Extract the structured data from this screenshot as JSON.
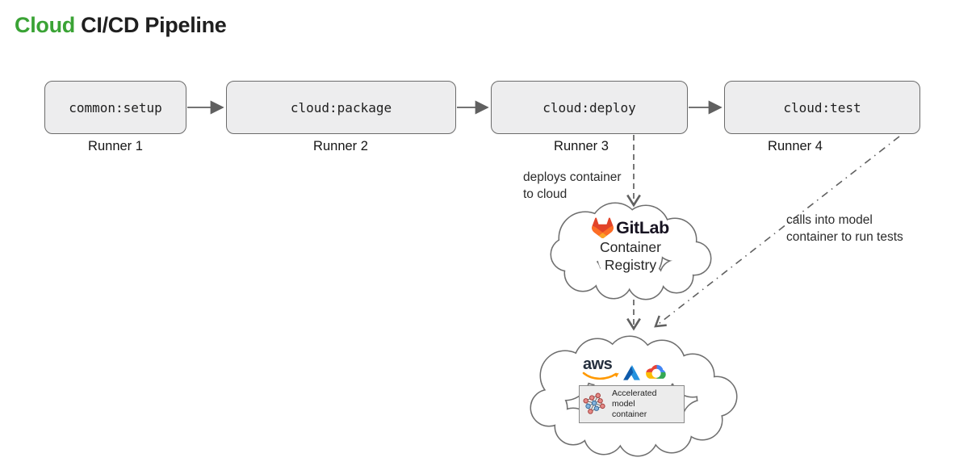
{
  "title": {
    "highlight": "Cloud",
    "rest": " CI/CD Pipeline"
  },
  "colors": {
    "title_green": "#3aa335",
    "box_fill": "#ededee",
    "box_border": "#6b6b6b",
    "connector_gray": "#606060",
    "gitlab_red": "#e24329",
    "gitlab_orange": "#fc6d26",
    "gitlab_yellow": "#fca326",
    "aws_orange": "#ff9900",
    "azure_blue": "#2593e0",
    "gcp_blue": "#4285f4",
    "gcp_red": "#ea4335",
    "gcp_yellow": "#fbbc05",
    "gcp_green": "#34a853",
    "text_dark": "#1f1f1f"
  },
  "pipeline": {
    "jobs": [
      {
        "label": "common:setup",
        "runner": "Runner 1"
      },
      {
        "label": "cloud:package",
        "runner": "Runner 2"
      },
      {
        "label": "cloud:deploy",
        "runner": "Runner 3"
      },
      {
        "label": "cloud:test",
        "runner": "Runner 4"
      }
    ]
  },
  "annotations": {
    "deploy": "deploys container\nto cloud",
    "test": "calls into model\ncontainer to run tests"
  },
  "registry_cloud": {
    "brand": "GitLab",
    "line1": "Container",
    "line2": "Registry"
  },
  "provider_cloud": {
    "aws_label": "aws",
    "model_box_label": "Accelerated\nmodel\ncontainer"
  }
}
